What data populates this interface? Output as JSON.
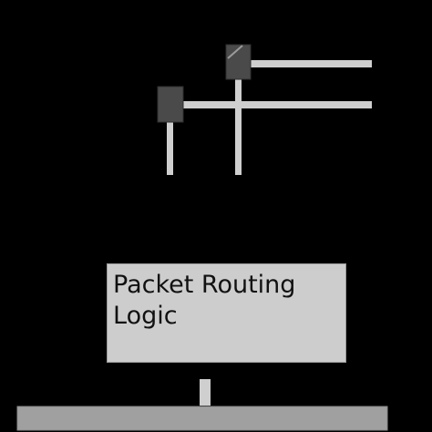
{
  "diagram": {
    "routing_logic": {
      "line1": "Packet Routing",
      "line2": "Logic"
    },
    "colors": {
      "background": "#000000",
      "wire": "#cfcfcf",
      "switch_body": "#4a4a4a",
      "logic_fill": "#cdcdcd",
      "bus": "#a0a0a0"
    },
    "components": [
      "switch-node-left",
      "switch-node-top",
      "routing-logic-block",
      "connector-stub",
      "base-bus"
    ]
  }
}
